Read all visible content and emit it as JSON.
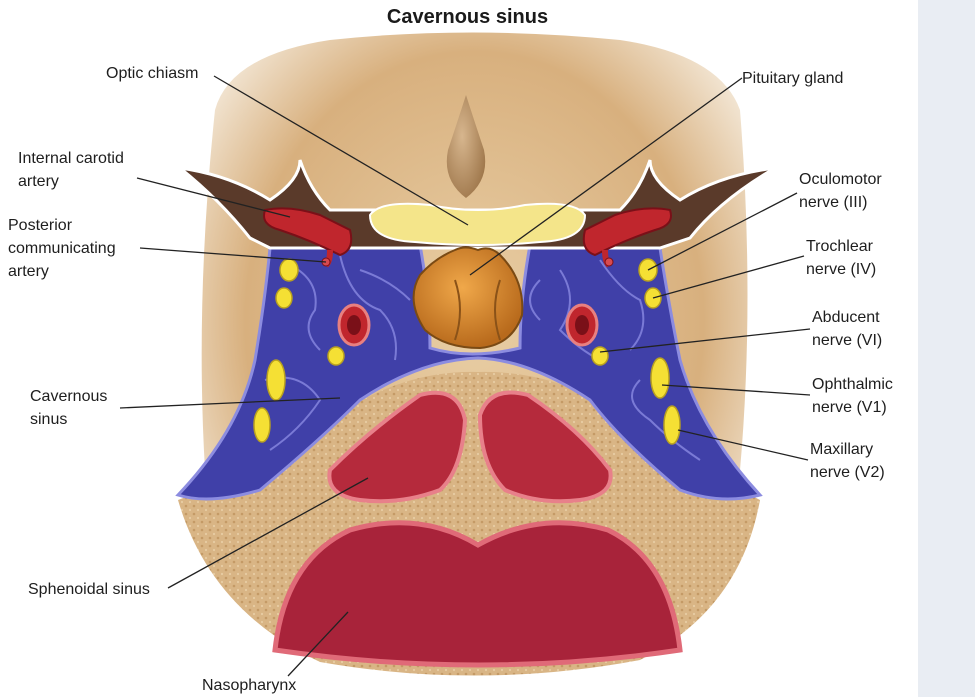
{
  "title": "Cavernous sinus",
  "labels": {
    "optic_chiasm": "Optic chiasm",
    "internal_carotid_artery": "Internal carotid\nartery",
    "posterior_communicating_artery": "Posterior\ncommunicating\nartery",
    "cavernous_sinus": "Cavernous\nsinus",
    "sphenoidal_sinus": "Sphenoidal sinus",
    "nasopharynx": "Nasopharynx",
    "pituitary_gland": "Pituitary gland",
    "oculomotor_nerve": "Oculomotor\nnerve (III)",
    "trochlear_nerve": "Trochlear\nnerve (IV)",
    "abducent_nerve": "Abducent\nnerve (VI)",
    "ophthalmic_nerve": "Ophthalmic\nnerve (V1)",
    "maxillary_nerve": "Maxillary\nnerve (V2)"
  },
  "colors": {
    "bone": "#d8b07e",
    "bone_light": "#e7c79a",
    "sinus_blue": "#3f3fa8",
    "sinus_blue_light": "#6868d0",
    "artery_red": "#c0262d",
    "nerve_yellow": "#f5e034",
    "chiasm_yellow": "#f4e58a",
    "pituitary_orange": "#d9882a",
    "mucosa_red": "#b52a3c"
  }
}
